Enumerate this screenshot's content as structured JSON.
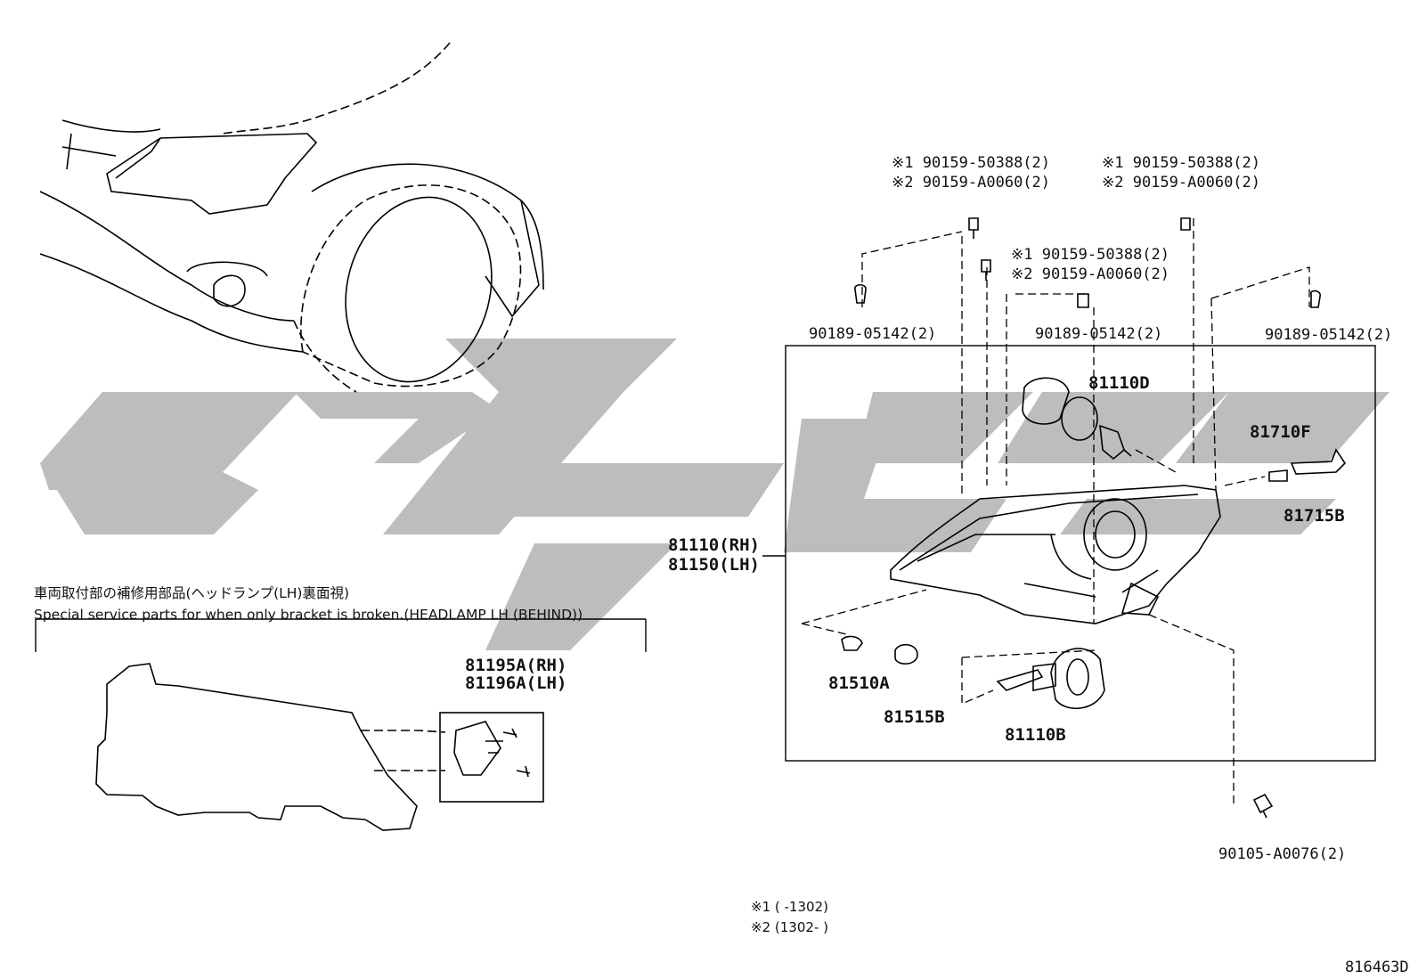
{
  "diagram": {
    "code": "816463D",
    "watermark": "CJG",
    "main_assembly": {
      "rh": "81110(RH)",
      "lh": "81150(LH)"
    },
    "screws_top_left": {
      "s1": "※1 90159-50388(2)",
      "s2": "※2 90159-A0060(2)"
    },
    "screws_top_mid": {
      "s1": "※1  90159-50388(2)",
      "s2": "※2  90159-A0060(2)"
    },
    "screws_top_right": {
      "s1": "※1 90159-50388(2)",
      "s2": "※2 90159-A0060(2)"
    },
    "clips": {
      "left": "90189-05142(2)",
      "mid": "90189-05142(2)",
      "right": "90189-05142(2)"
    },
    "parts": {
      "p81110D": "81110D",
      "p81710F": "81710F",
      "p81715B": "81715B",
      "p81510A": "81510A",
      "p81515B": "81515B",
      "p81110B": "81110B",
      "p90105": "90105-A0076(2)"
    },
    "bracket": {
      "title_jp": "車両取付部の補修用部品(ヘッドランプ(LH)裏面視)",
      "title_en": "Special service parts for when only bracket is broken.(HEADLAMP LH (BEHIND))",
      "rh": "81195A(RH)",
      "lh": "81196A(LH)"
    },
    "notes": {
      "n1": "※1 (        -1302)",
      "n2": "※2 (1302-        )"
    }
  }
}
